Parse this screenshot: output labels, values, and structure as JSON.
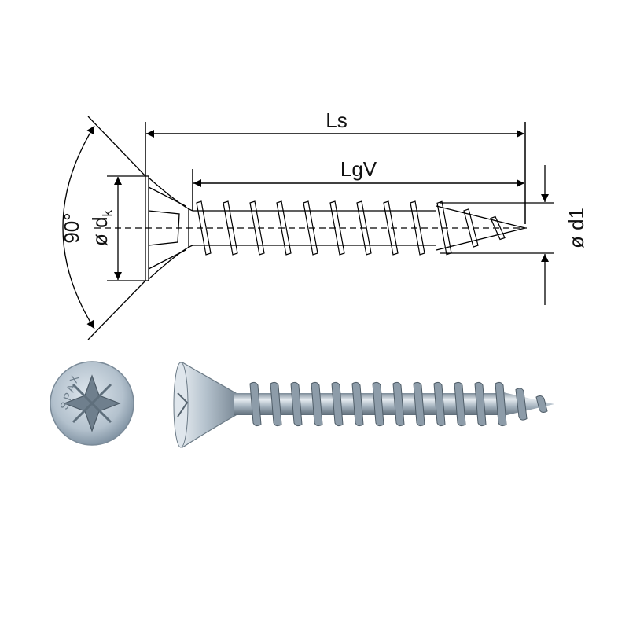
{
  "drawing": {
    "ls_label": "Ls",
    "lgv_label": "LgV",
    "angle_label": "90°",
    "dk_label": "ø d",
    "dk_subscript": "k",
    "d1_label": "ø d1"
  },
  "photo": {
    "head_brand": "SPAX",
    "metal_color": "#a9b7c4"
  }
}
